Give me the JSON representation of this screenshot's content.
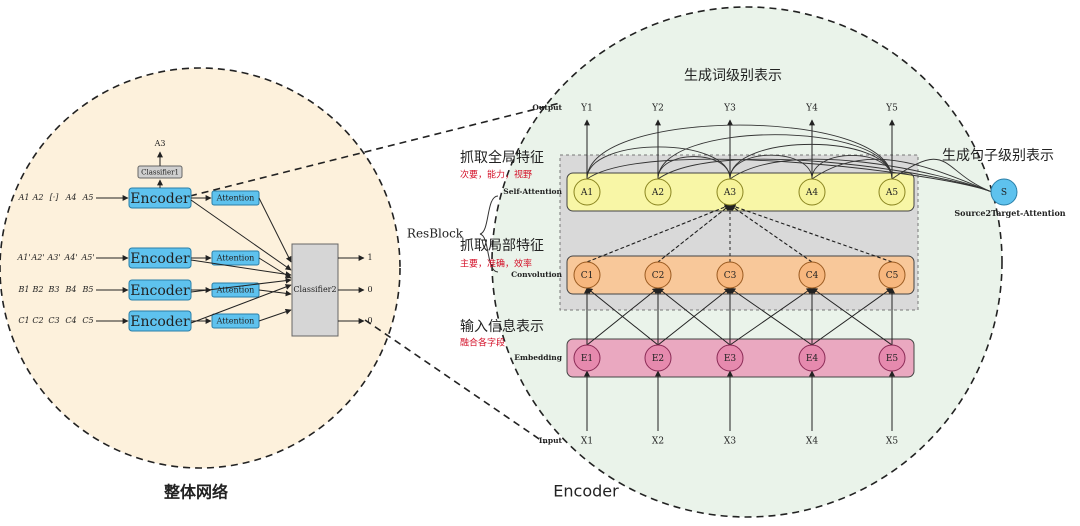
{
  "left_panel": {
    "caption": "整体网络",
    "encoder_label": "Encoder",
    "attention_label": "Attention",
    "classifier1_label": "Classifier1",
    "classifier1_output": "A3",
    "classifier2_label": "Classifier2",
    "outputs": [
      "1",
      "0",
      "0"
    ],
    "input_rows": [
      [
        "A1",
        "A2",
        "[·]",
        "A4",
        "A5"
      ],
      [
        "A1'",
        "A2'",
        "A3'",
        "A4'",
        "A5'"
      ],
      [
        "B1",
        "B2",
        "B3",
        "B4",
        "B5"
      ],
      [
        "C1",
        "C2",
        "C3",
        "C4",
        "C5"
      ]
    ]
  },
  "right_panel": {
    "caption": "Encoder",
    "title": "生成词级别表示",
    "sentence_title": "生成句子级别表示",
    "resblock": "ResBlock",
    "row_labels": {
      "output": "Output",
      "self_attention": "Self-Attention",
      "convolution": "Convolution",
      "embedding": "Embedding",
      "input": "Input"
    },
    "outputs": [
      "Y1",
      "Y2",
      "Y3",
      "Y4",
      "Y5"
    ],
    "attention_nodes": [
      "A1",
      "A2",
      "A3",
      "A4",
      "A5"
    ],
    "conv_nodes": [
      "C1",
      "C2",
      "C3",
      "C4",
      "C5"
    ],
    "embed_nodes": [
      "E1",
      "E2",
      "E3",
      "E4",
      "E5"
    ],
    "inputs": [
      "X1",
      "X2",
      "X3",
      "X4",
      "X5"
    ],
    "sentence_node": "S",
    "sentence_node_label": "Source2Target-Attention",
    "annotations": {
      "global_title": "抓取全局特征",
      "global_sub": "次要，能力，视野",
      "local_title": "抓取局部特征",
      "local_sub": "主要，准确，效率",
      "input_title": "输入信息表示",
      "input_sub": "融合各字段"
    }
  },
  "colors": {
    "left_bg": "#fdf1dc",
    "right_bg": "#eaf3ea",
    "encoder_blue": "#5ec2ee",
    "attention_yellow": "#f8f6a6",
    "conv_orange": "#f8c89a",
    "embed_pink": "#eaa8c0",
    "gray_block": "#d9d9d9",
    "annotation_red": "#d4122a"
  }
}
